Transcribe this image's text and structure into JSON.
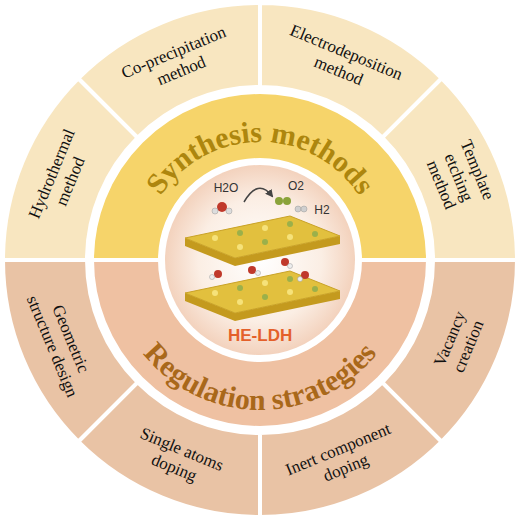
{
  "diagram": {
    "nodes": [
      {
        "text": [
          "Hydrothermal method"
        ]
      },
      {
        "text": [
          "Co-precipitation method"
        ]
      },
      {
        "text": [
          "Electrodeposition method"
        ]
      },
      {
        "text": [
          "Template etching method"
        ]
      },
      {
        "text": [
          "Synthesis methods"
        ]
      },
      {
        "text": [
          "HE-LDH"
        ]
      },
      {
        "text": [
          "Regulation strategies"
        ]
      },
      {
        "text": [
          "Geometric structure design"
        ]
      },
      {
        "text": [
          "Single atoms doping"
        ]
      },
      {
        "text": [
          "Inert component doping"
        ]
      },
      {
        "text": [
          "Vacancy creation"
        ]
      }
    ],
    "labels": [
      "H2O",
      "O2",
      "H2"
    ]
  }
}
